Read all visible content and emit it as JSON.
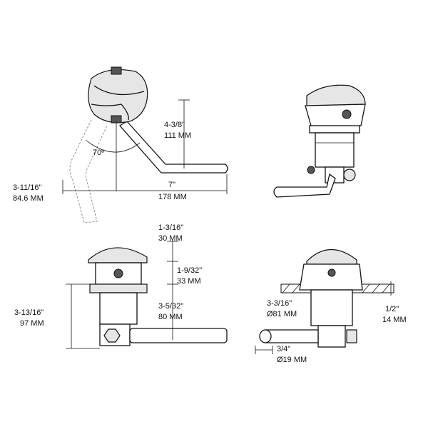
{
  "top_view": {
    "angle": "70º",
    "height_in": "4-3/8\"",
    "height_mm": "111 MM",
    "offset_in": "3-11/16\"",
    "offset_mm": "84.6 MM",
    "length_in": "7\"",
    "length_mm": "178 MM"
  },
  "front_view": {
    "cap_in": "1-3/16\"",
    "cap_mm": "30 MM",
    "handle_in": "1-9/32\"",
    "handle_mm": "33 MM",
    "body_in": "3-13/16\"",
    "body_mm": "97 MM",
    "outlet_in": "3-5/32\"",
    "outlet_mm": "80 MM"
  },
  "side_view": {
    "bore_in": "3-3/16\"",
    "bore_mm": "Ø81 MM",
    "deck_in": "1/2\"",
    "deck_mm": "14 MM",
    "spout_in": "3/4\"",
    "spout_mm": "Ø19 MM"
  }
}
